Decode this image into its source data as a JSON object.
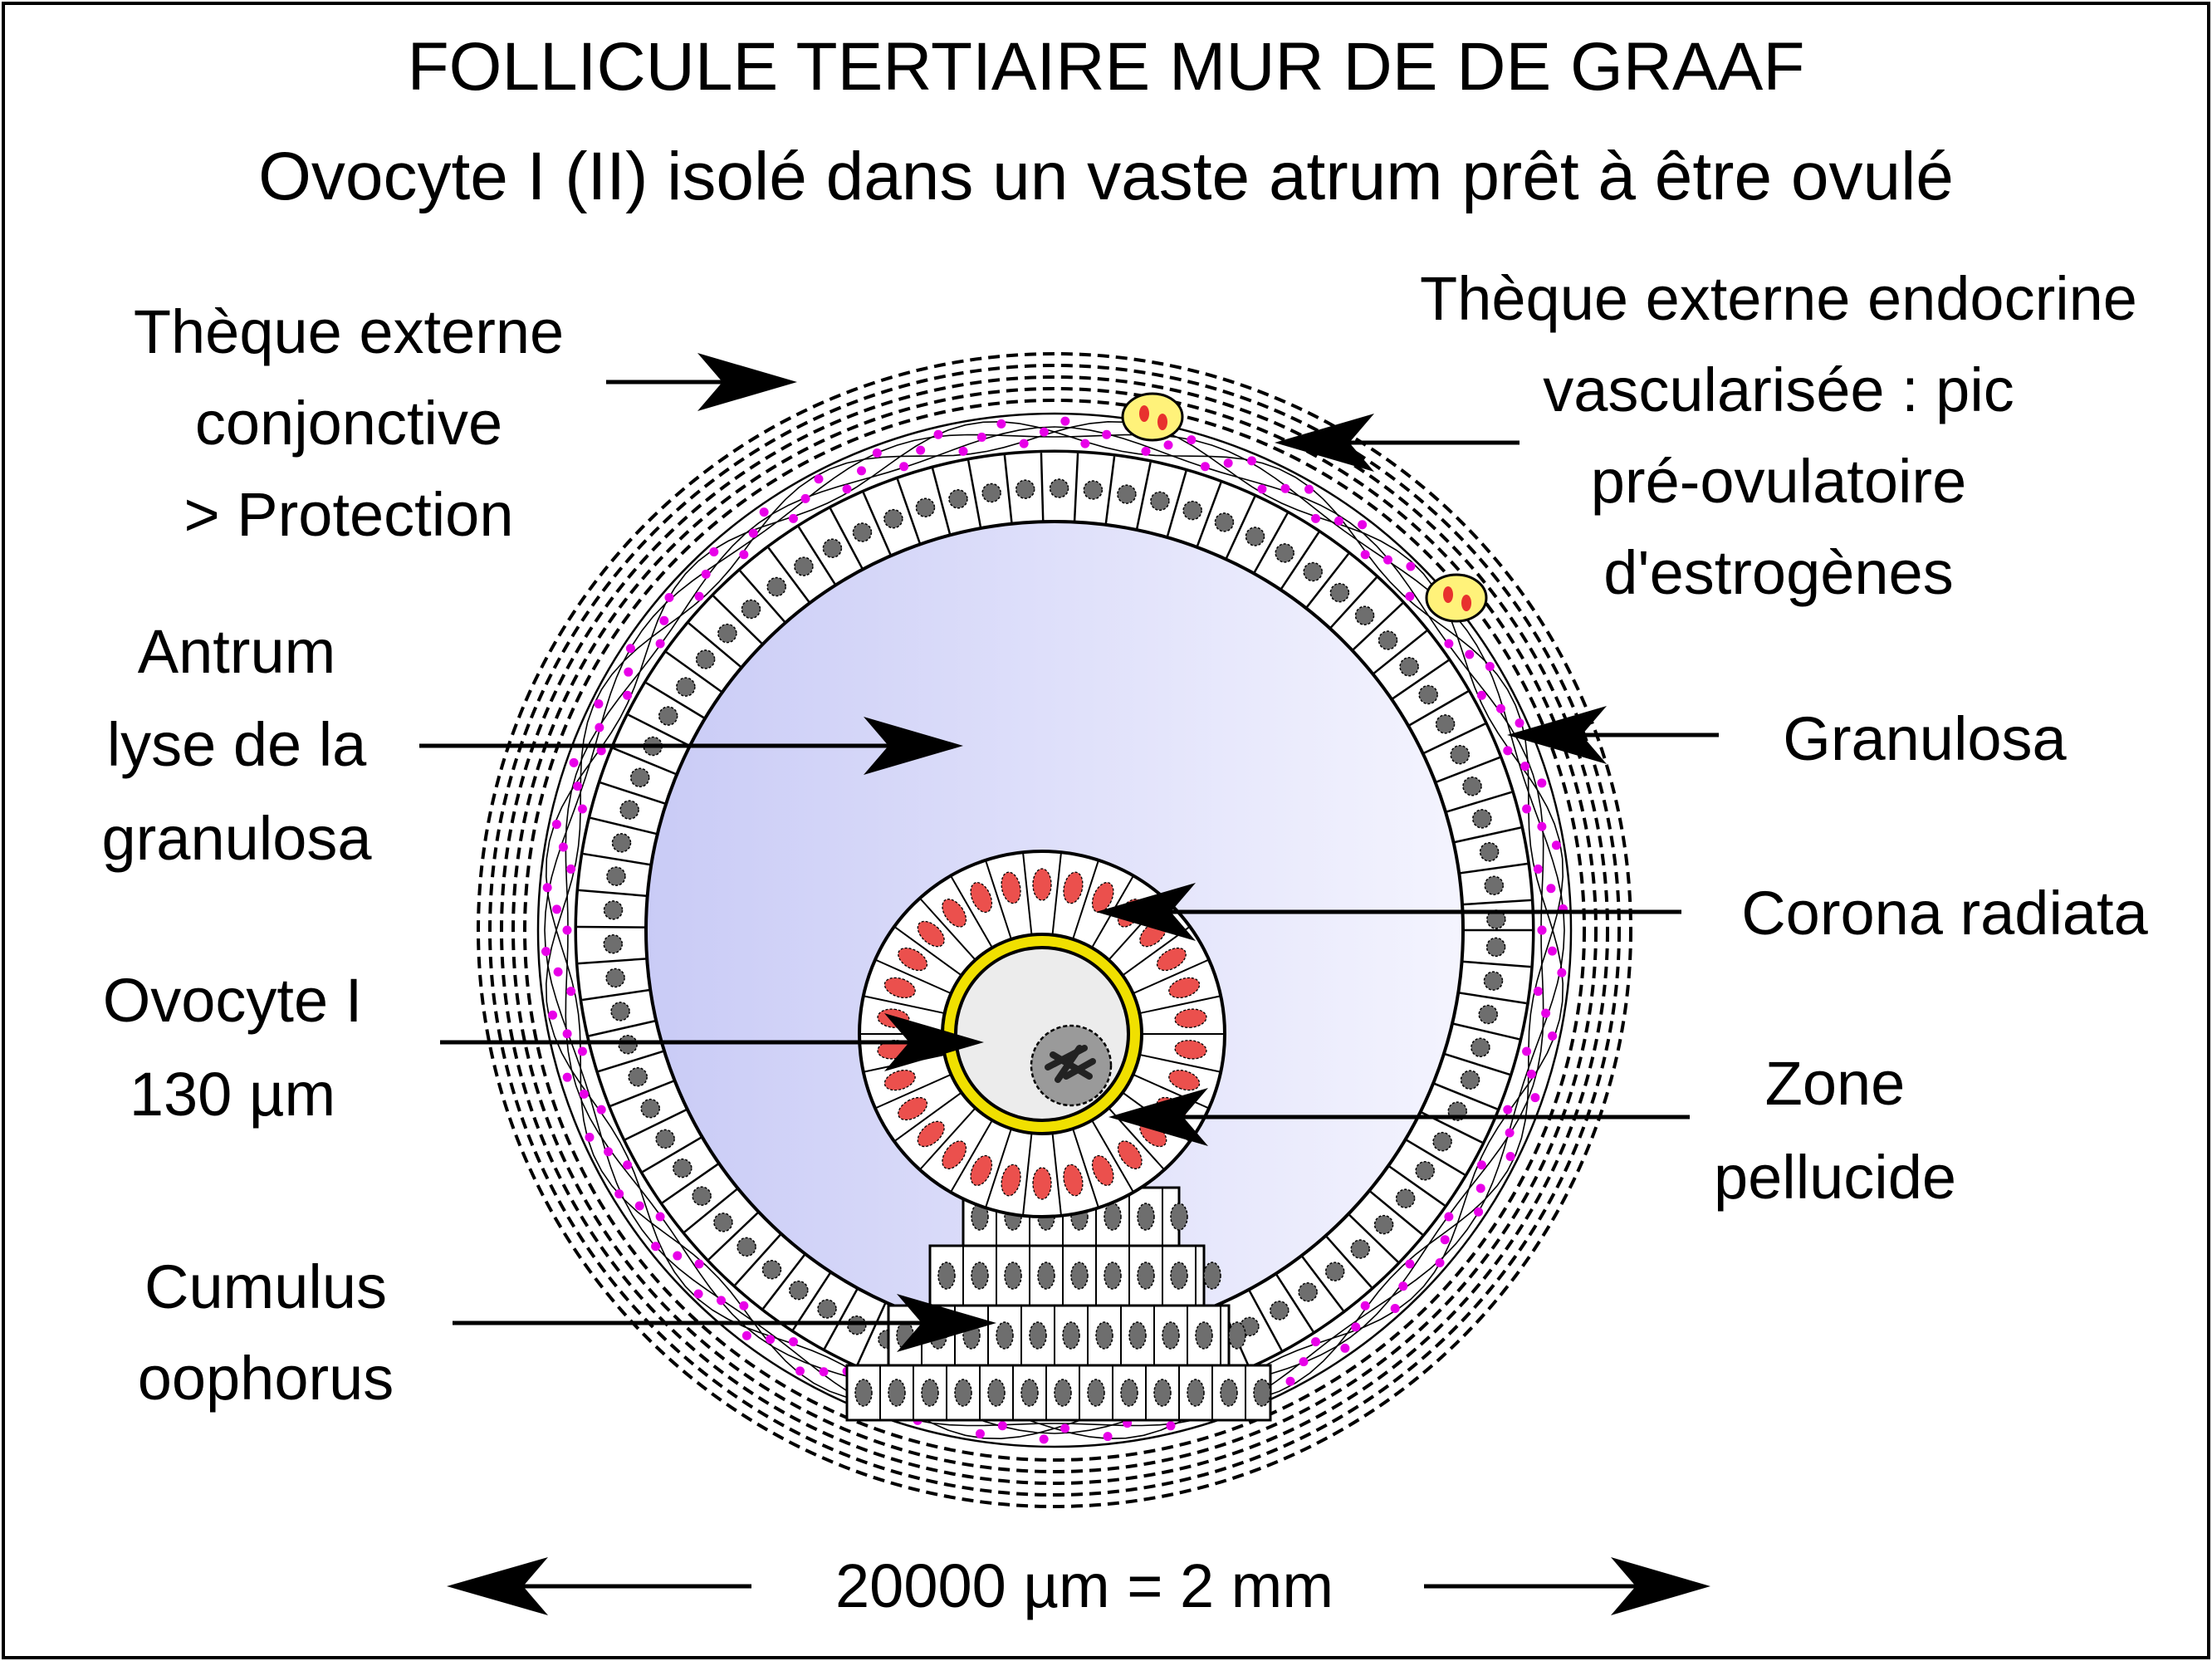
{
  "title": {
    "line1": "FOLLICULE TERTIAIRE MUR DE DE GRAAF",
    "line2": "Ovocyte I (II) isolé dans un vaste atrum prêt à être ovulé"
  },
  "labels": {
    "theque_conj": [
      "Thèque externe",
      "conjonctive",
      "> Protection"
    ],
    "theque_endo": [
      "Thèque externe endocrine",
      "vascularisée : pic",
      "pré-ovulatoire",
      "d'estrogènes"
    ],
    "antrum": [
      "Antrum",
      "lyse de la",
      "granulosa"
    ],
    "granulosa": [
      "Granulosa"
    ],
    "corona": [
      "Corona radiata"
    ],
    "ovocyte": [
      "Ovocyte I",
      "130 µm"
    ],
    "zone": [
      "Zone",
      "pellucide"
    ],
    "cumulus": [
      "Cumulus",
      "oophorus"
    ]
  },
  "scale": {
    "label": "20000 µm = 2 mm"
  },
  "colors": {
    "antrum_dark": "#c9cbf6",
    "antrum_light": "#f4f4fe",
    "nucleus": "#6e6e6e",
    "theca_dot": "#e800e8",
    "corona_nucleus": "#e8312e",
    "zona": "#f0e000",
    "ovocyte": "#ececec",
    "vessel": "#fff27a"
  }
}
